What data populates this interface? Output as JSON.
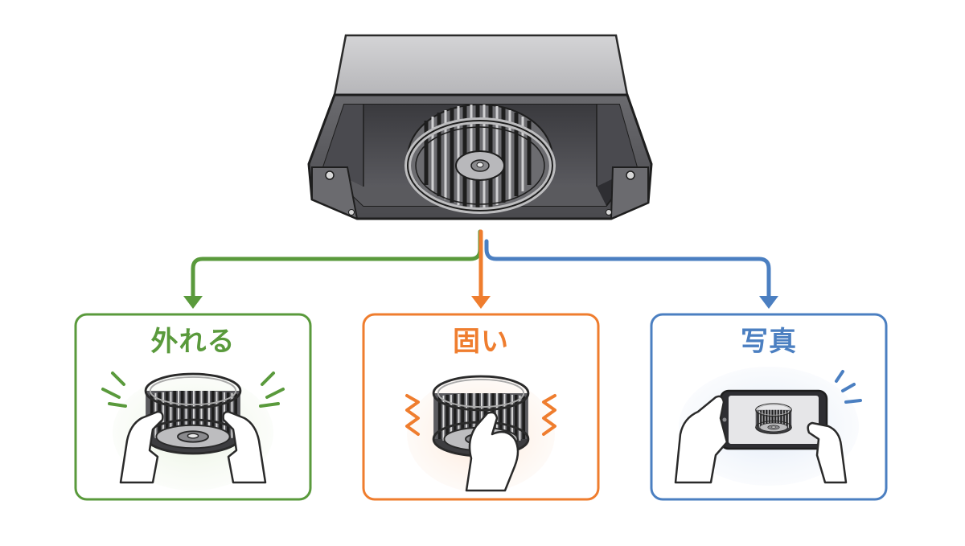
{
  "colors": {
    "green": "#5a9a3c",
    "orange": "#ef7d2e",
    "blue": "#4b7fc1",
    "housing_light": "#c9c9cb",
    "housing_dark": "#4e4e52",
    "outline": "#2a2a2a"
  },
  "icons": {
    "housing": "range-hood-fan-housing-icon",
    "fan": "sirocco-fan-icon",
    "phone": "smartphone-icon",
    "hand": "hand-icon"
  },
  "cards": [
    {
      "id": "removable",
      "label": "外れる",
      "color": "#5a9a3c"
    },
    {
      "id": "stuck",
      "label": "固い",
      "color": "#ef7d2e"
    },
    {
      "id": "photo",
      "label": "写真",
      "color": "#4b7fc1"
    }
  ]
}
